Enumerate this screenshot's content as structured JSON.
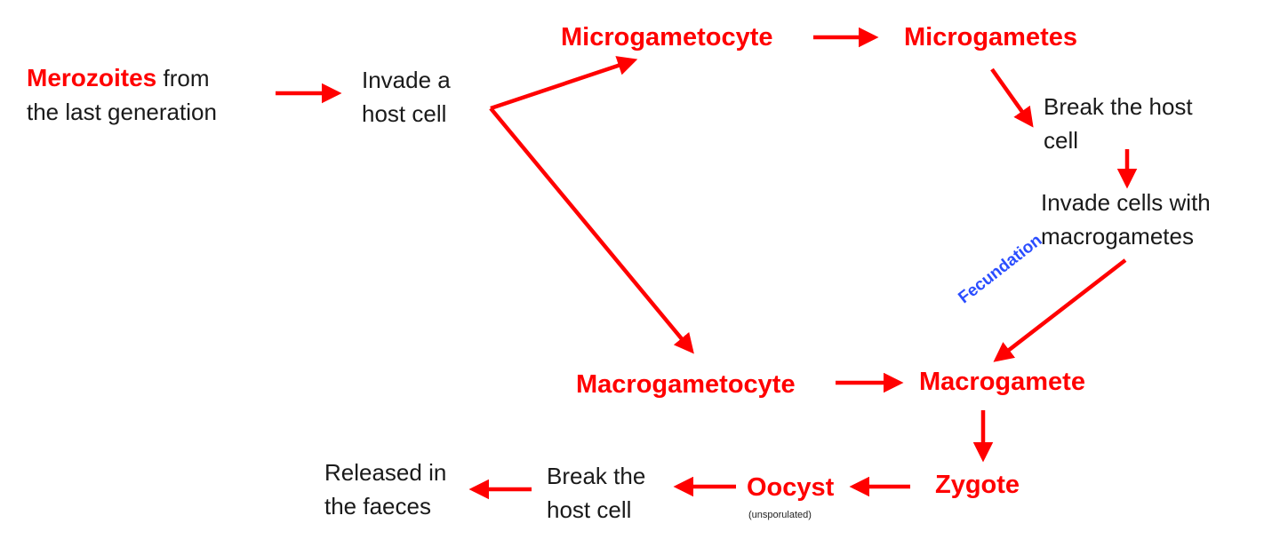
{
  "nodes": {
    "merozoites": {
      "highlight": "Merozoites",
      "line1_rest": "from",
      "line2": "the last generation"
    },
    "invade_host": {
      "line1": "Invade a",
      "line2": "host cell"
    },
    "microgametocyte": "Microgametocyte",
    "microgametes": "Microgametes",
    "break_host_top": {
      "line1": "Break the host",
      "line2": "cell"
    },
    "invade_cells": {
      "line1": "Invade cells with",
      "line2": "macrogametes"
    },
    "macrogametocyte": "Macrogametocyte",
    "macrogamete": "Macrogamete",
    "zygote": "Zygote",
    "oocyst": "Oocyst",
    "oocyst_note": "(unsporulated)",
    "break_host_bottom": {
      "line1": "Break the",
      "line2": "host cell"
    },
    "released": {
      "line1": "Released in",
      "line2": "the faeces"
    }
  },
  "edge_labels": {
    "fecundation": "Fecundation"
  },
  "colors": {
    "arrow": "#ff0000",
    "highlight_text": "#ff0000",
    "edge_label": "#2a4dff",
    "body_text": "#1a1a1a"
  }
}
